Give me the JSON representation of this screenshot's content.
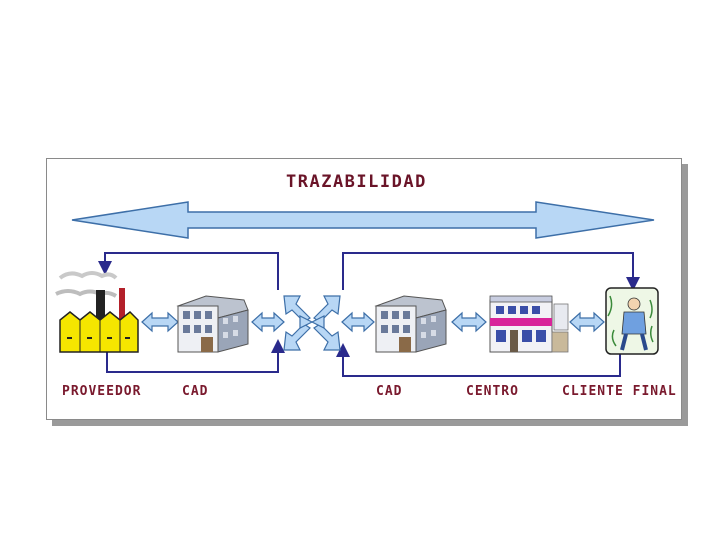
{
  "diagram": {
    "title": "TRAZABILIDAD",
    "stages": [
      {
        "label": "PROVEEDOR",
        "icon": "factory-icon"
      },
      {
        "label": "CAD",
        "icon": "warehouse-building-icon"
      },
      {
        "label": "CAD",
        "icon": "warehouse-building-icon"
      },
      {
        "label": "CENTRO",
        "icon": "store-building-icon"
      },
      {
        "label": "CLIENTE FINAL",
        "icon": "customer-icon"
      }
    ],
    "hub_icon": "crossroads-arrows-icon",
    "colors": {
      "arrow_fill": "#b8d7f5",
      "arrow_stroke": "#3d6fa8",
      "flow_line": "#2a2a8c",
      "label_text": "#7a1a2e",
      "factory_yellow": "#f5e600"
    }
  }
}
